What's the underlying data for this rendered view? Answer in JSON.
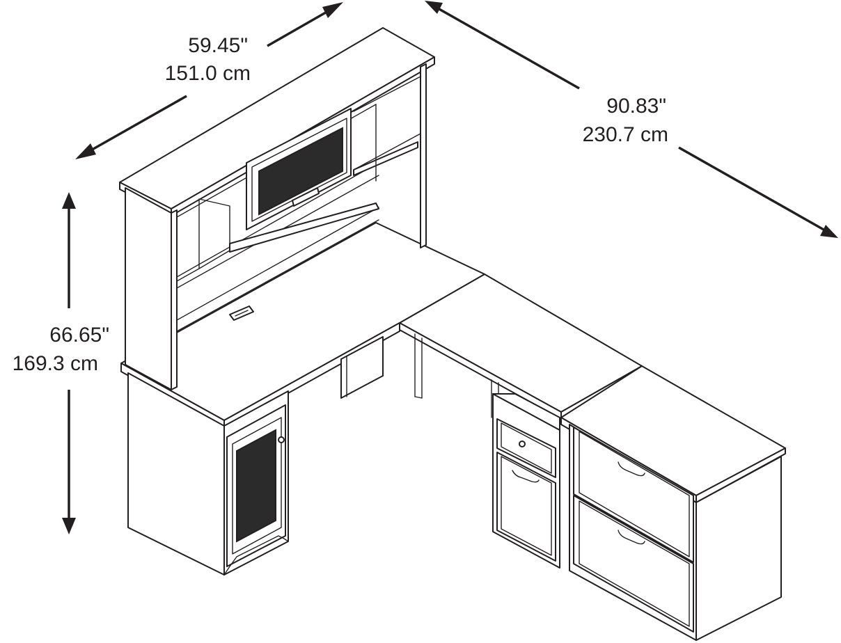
{
  "dimensions": {
    "hutch_width": {
      "inches": "59.45\"",
      "cm": "151.0 cm"
    },
    "total_width": {
      "inches": "90.83\"",
      "cm": "230.7 cm"
    },
    "height": {
      "inches": "66.65\"",
      "cm": "169.3 cm"
    }
  },
  "colors": {
    "line": "#231f20",
    "panel_fill": "#2b2b2b",
    "background": "#ffffff"
  }
}
